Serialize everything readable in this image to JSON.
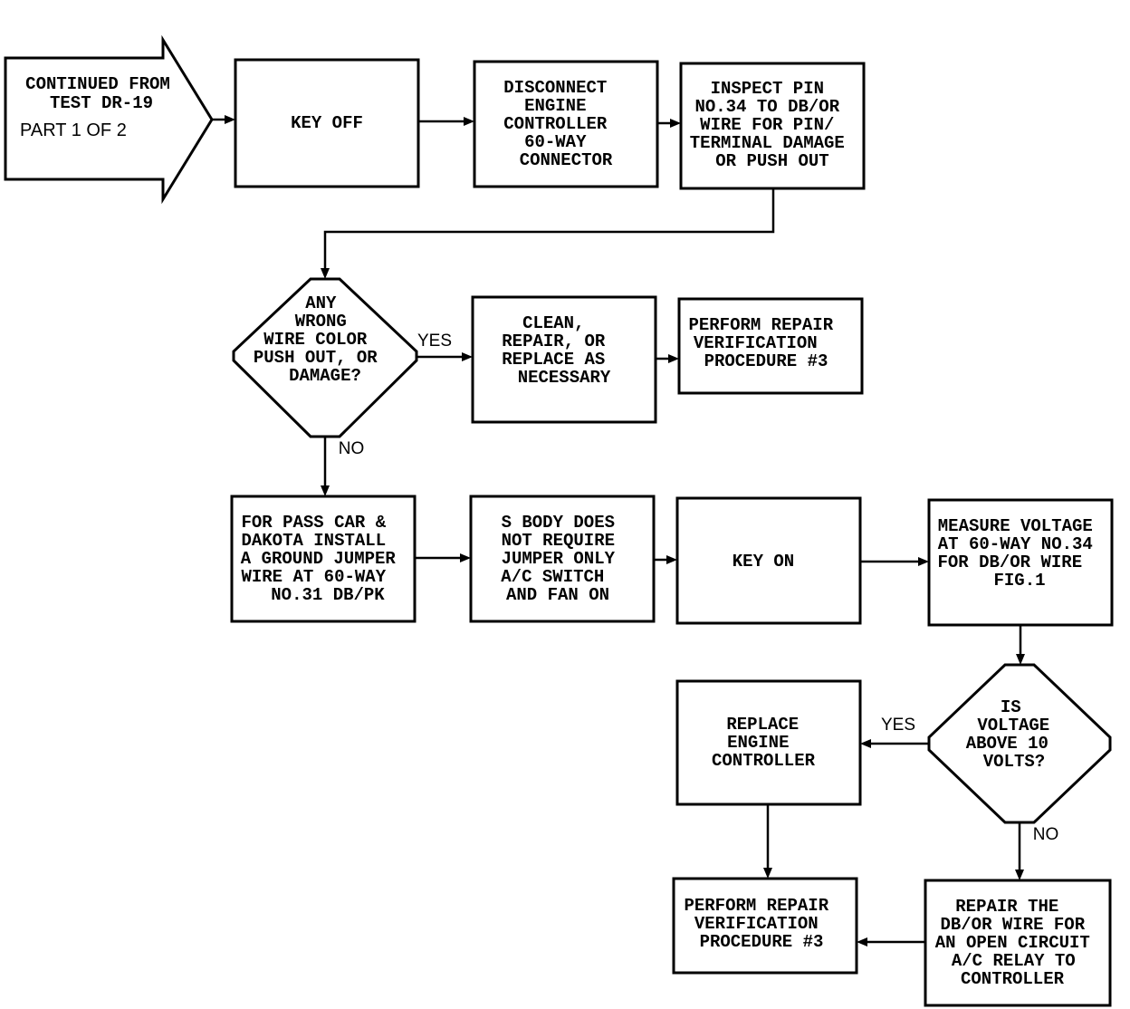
{
  "start": {
    "line1": "CONTINUED FROM",
    "line2": "TEST DR-19",
    "part": "PART 1 OF 2"
  },
  "steps": {
    "key_off": [
      "KEY OFF"
    ],
    "disconnect": [
      "DISCONNECT",
      "ENGINE",
      "CONTROLLER",
      "60-WAY",
      "CONNECTOR"
    ],
    "inspect": [
      "INSPECT PIN",
      "NO.34 TO DB/OR",
      "WIRE FOR PIN/",
      "TERMINAL DAMAGE",
      "OR PUSH OUT"
    ],
    "clean": [
      "CLEAN,",
      "REPAIR, OR",
      "REPLACE AS",
      "NECESSARY"
    ],
    "verify_top": [
      "PERFORM REPAIR",
      "VERIFICATION",
      "PROCEDURE #3"
    ],
    "jumper": [
      "FOR PASS CAR &",
      "DAKOTA INSTALL",
      "A GROUND JUMPER",
      "WIRE AT 60-WAY",
      "NO.31 DB/PK"
    ],
    "s_body": [
      "S BODY DOES",
      "NOT REQUIRE",
      "JUMPER ONLY",
      "A/C SWITCH",
      "AND FAN ON"
    ],
    "key_on": [
      "KEY ON"
    ],
    "measure": [
      "MEASURE VOLTAGE",
      "AT 60-WAY NO.34",
      "FOR DB/OR WIRE",
      "FIG.1"
    ],
    "replace_controller": [
      "REPLACE",
      "ENGINE",
      "CONTROLLER"
    ],
    "verify_bottom": [
      "PERFORM REPAIR",
      "VERIFICATION",
      "PROCEDURE #3"
    ],
    "repair_wire": [
      "REPAIR THE",
      "DB/OR WIRE FOR",
      "AN OPEN CIRCUIT",
      "A/C RELAY TO",
      "CONTROLLER"
    ]
  },
  "decisions": {
    "wire_damage": [
      "ANY",
      "WRONG",
      "WIRE COLOR",
      "PUSH OUT, OR",
      "DAMAGE?"
    ],
    "voltage": [
      "IS",
      "VOLTAGE",
      "ABOVE 10",
      "VOLTS?"
    ]
  },
  "labels": {
    "yes": "YES",
    "no": "NO"
  }
}
